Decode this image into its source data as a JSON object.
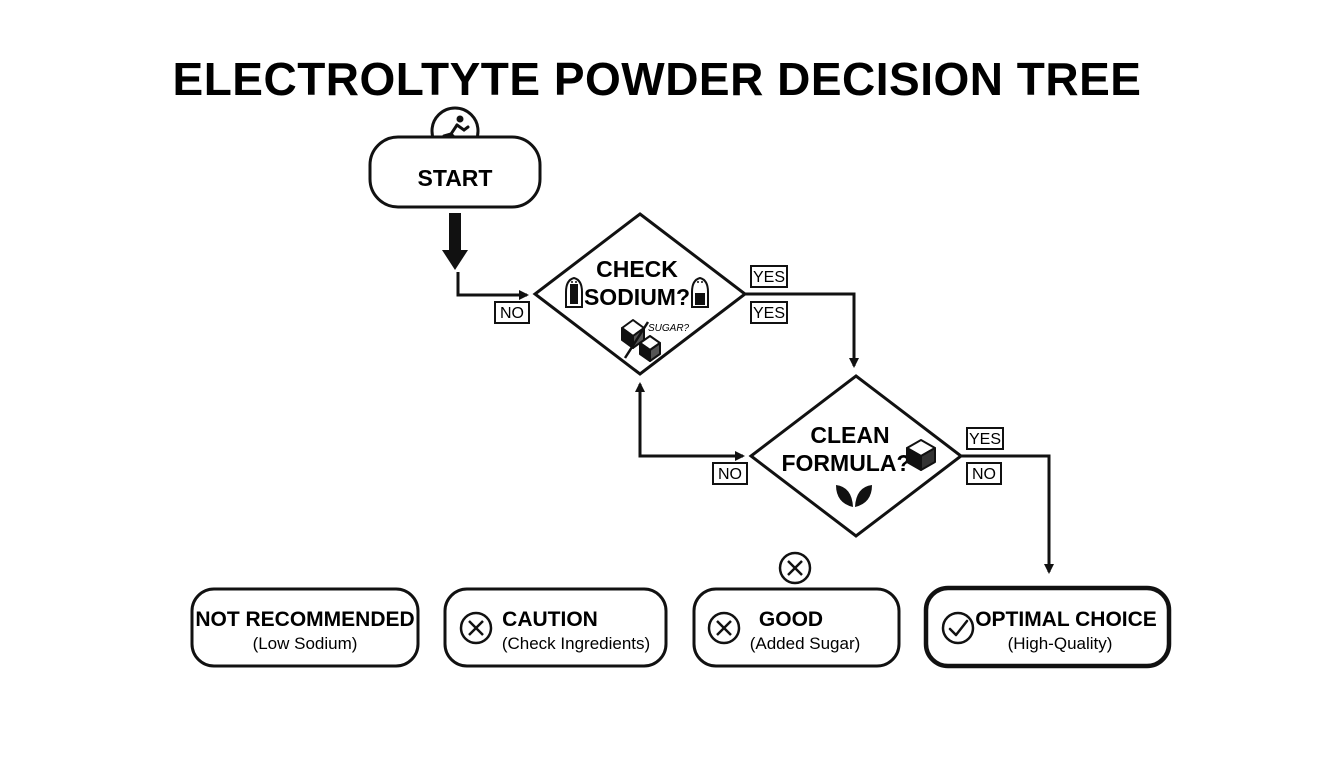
{
  "title": "ELECTROLTYTE POWDER DECISION TREE",
  "start": {
    "label": "START",
    "icon": "running-person-icon"
  },
  "decision_sodium": {
    "line1": "CHECK",
    "line2": "SODIUM?",
    "sugar_label": "SUGAR?",
    "icons": [
      "salt-shaker-icon",
      "sugar-cube-icon"
    ]
  },
  "decision_clean": {
    "line1": "CLEAN",
    "line2": "FORMULA?",
    "icons": [
      "cube-icon",
      "leaf-icon"
    ]
  },
  "branch_labels": {
    "sodium_no": "NO",
    "sodium_yes_top": "YES",
    "sodium_yes_bottom": "YES",
    "clean_no_left": "NO",
    "clean_yes": "YES",
    "clean_no_right": "NO"
  },
  "outcomes": [
    {
      "title": "NOT RECOMMENDED",
      "subtitle": "(Low Sodium)",
      "icon": ""
    },
    {
      "title": "CAUTION",
      "subtitle": "(Check Ingredients)",
      "icon": "x-circle-icon"
    },
    {
      "title": "GOOD",
      "subtitle": "(Added Sugar)",
      "icon": "x-circle-icon"
    },
    {
      "title": "OPTIMAL CHOICE",
      "subtitle": "(High-Quality)",
      "icon": "check-circle-icon"
    }
  ],
  "colors": {
    "ink": "#111111",
    "background": "#ffffff"
  }
}
